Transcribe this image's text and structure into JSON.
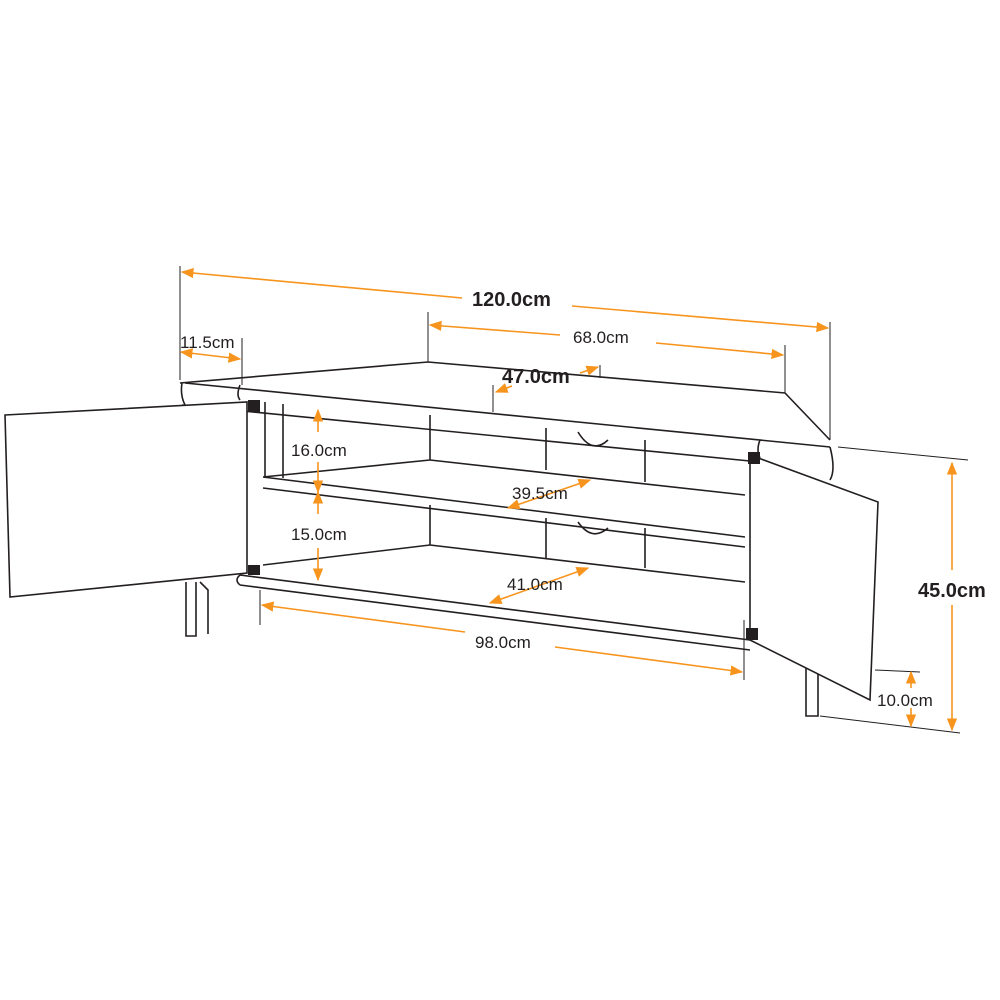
{
  "diagram": {
    "accent_color": "#f7941d",
    "dimensions": {
      "total_width": "120.0cm",
      "back_width": "68.0cm",
      "depth": "47.0cm",
      "corner_width": "11.5cm",
      "upper_shelf_height": "16.0cm",
      "lower_shelf_height": "15.0cm",
      "upper_shelf_depth": "39.5cm",
      "lower_shelf_depth": "41.0cm",
      "inner_width": "98.0cm",
      "total_height": "45.0cm",
      "leg_height": "10.0cm"
    }
  }
}
